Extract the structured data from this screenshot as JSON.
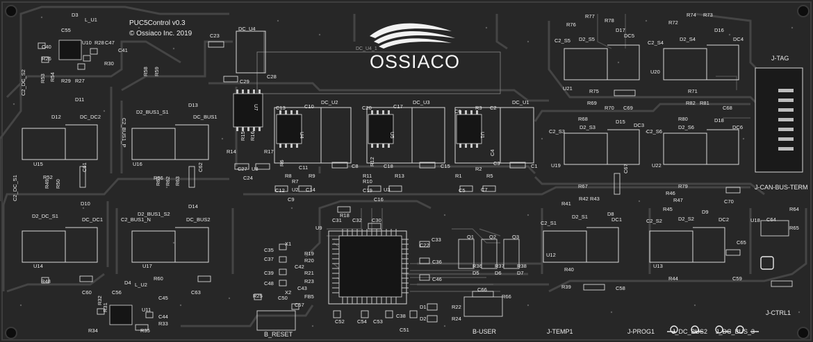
{
  "board": {
    "version": "PUC5Control v0.3",
    "copyright": "© Ossiaco Inc. 2019",
    "brand": "OSSIACO",
    "hidden_part": "DC_U4_1"
  },
  "headers": {
    "jtag": "J-TAG",
    "can_term": "J-CAN-BUS-TERM",
    "ctrl": "J-CTRL1",
    "reset": "B_RESET",
    "user": "B-USER",
    "temp": "J-TEMP1",
    "prog": "J-PROG1",
    "dc_bus2": "J_DC_BUS2",
    "dc_bus3": "J_DC_BUS_3"
  },
  "designators": {
    "d3": "D3",
    "l_u1": "L_U1",
    "c55": "C55",
    "u10": "U10",
    "r28": "R28",
    "c47": "C47",
    "c40": "C40",
    "c41": "C41",
    "r26": "R26",
    "r30": "R30",
    "r29": "R29",
    "r27": "R27",
    "r53": "R53",
    "r54": "R54",
    "d11": "D11",
    "c2_dc_s2": "C2_DC_S2",
    "d12": "D12",
    "dc_dc2": "DC_DC2",
    "u15": "U15",
    "r52": "R52",
    "c61": "C61",
    "r58": "R58",
    "r59": "R59",
    "d13": "D13",
    "d2_bus1_s1": "D2_BUS1_S1",
    "dc_bus1": "DC_BUS1",
    "c2_bus1_p": "C2_BUS1_P",
    "u16": "U16",
    "r56": "R56",
    "c62": "C62",
    "dc_u4": "DC_U4",
    "c23": "C23",
    "c28": "C28",
    "c29": "C29",
    "u7": "U7",
    "r14": "R14",
    "r15": "R15",
    "r16": "R16",
    "r17": "R17",
    "c27": "C27",
    "u8": "U8",
    "c24": "C24",
    "c13": "C13",
    "c10": "C10",
    "dc_u2": "DC_U2",
    "u4": "U4",
    "r6": "R6",
    "r8": "R8",
    "c11": "C11",
    "r9": "R9",
    "r7": "R7",
    "c12": "C12",
    "u2": "U2",
    "c14": "C14",
    "c9": "C9",
    "c8": "C8",
    "c20": "C20",
    "c17": "C17",
    "dc_u3": "DC_U3",
    "u5": "U5",
    "r12": "R12",
    "c18": "C18",
    "r11": "R11",
    "r10": "R10",
    "r13": "R13",
    "c19": "C19",
    "u3": "U3",
    "c16": "C16",
    "c15": "C15",
    "c6": "C6",
    "r3": "R3",
    "c2": "C2",
    "dc_u1": "DC_U1",
    "u1": "U1",
    "c4": "C4",
    "c3": "C3",
    "r2": "R2",
    "r1": "R1",
    "r5": "R5",
    "c5": "C5",
    "c7": "C7",
    "c1": "C1",
    "r76": "R76",
    "r77": "R77",
    "r78": "R78",
    "d17": "D17",
    "c2_s5": "C2_S5",
    "d2_s5": "D2_S5",
    "dc5": "DC5",
    "u21": "U21",
    "r75": "R75",
    "r74": "R74",
    "r72": "R72",
    "r73": "R73",
    "d16": "D16",
    "c2_s4": "C2_S4",
    "d2_s4": "D2_S4",
    "dc4": "DC4",
    "u20": "U20",
    "r71": "R71",
    "r69": "R69",
    "r70": "R70",
    "r68": "R68",
    "c2_s3": "C2_S3",
    "d2_s3": "D2_S3",
    "d15": "D15",
    "dc3": "DC3",
    "u19": "U19",
    "c69": "C69",
    "c67": "C67",
    "r67": "R67",
    "r82": "R82",
    "r81": "R81",
    "r80": "R80",
    "d18": "D18",
    "c2_s6": "C2_S6",
    "d2_s6": "D2_S6",
    "dc6": "DC6",
    "u22": "U22",
    "c68": "C68",
    "r79": "R79",
    "r49": "R49",
    "r50": "R50",
    "d10": "D10",
    "c2_dc_s1": "C2_DC_S1",
    "d2_dc_s1": "D2_DC_S1",
    "dc_dc1": "DC_DC1",
    "u14": "U14",
    "r48": "R48",
    "c60": "C60",
    "r61": "R61",
    "r62": "R62",
    "r63": "R63",
    "d2_bus1_s2": "D2_BUS1_S2",
    "d14": "D14",
    "c2_bus1_n": "C2_BUS1_N",
    "dc_bus2": "DC_BUS2",
    "u17": "U17",
    "r60": "R60",
    "c63": "C63",
    "r41": "R41",
    "r42": "R42",
    "r43": "R43",
    "d8": "D8",
    "c2_s1": "C2_S1",
    "d2_s1": "D2_S1",
    "dc1": "DC1",
    "u12": "U12",
    "r40": "R40",
    "c58": "C58",
    "r46": "R46",
    "r45": "R45",
    "r47": "R47",
    "d9": "D9",
    "c2_s2": "C2_S2",
    "d2_s2": "D2_S2",
    "dc2": "DC2",
    "u13": "U13",
    "r44": "R44",
    "c59": "C59",
    "c70": "C70",
    "c65": "C65",
    "u18": "U18",
    "c64": "C64",
    "r64": "R64",
    "r65": "R65",
    "u9": "U9",
    "r18": "R18",
    "c31": "C31",
    "c32": "C32",
    "c30": "C30",
    "c22": "C22",
    "c33": "C33",
    "c36": "C36",
    "c46": "C46",
    "c35": "C35",
    "x1": "X1",
    "c37": "C37",
    "r19": "R19",
    "r20": "R20",
    "c42": "C42",
    "c39": "C39",
    "c48": "C48",
    "x2": "X2",
    "c43": "C43",
    "r21": "R21",
    "r23": "R23",
    "fb5": "FB5",
    "c50": "C50",
    "c57": "C57",
    "r25": "R25",
    "q1": "Q1",
    "q2": "Q2",
    "q3": "Q3",
    "r36": "R36",
    "r37": "R37",
    "r38": "R38",
    "d5": "D5",
    "d6": "D6",
    "d7": "D7",
    "c66": "C66",
    "r66": "R66",
    "d1": "D1",
    "d2": "D2",
    "r22": "R22",
    "r24": "R24",
    "r39": "R39",
    "c52": "C52",
    "c54": "C54",
    "c53": "C53",
    "c38": "C38",
    "c51": "C51",
    "d4": "D4",
    "l_u2": "L_U2",
    "c56": "C56",
    "r32": "R32",
    "r31": "R31",
    "c45": "C45",
    "u11": "U11",
    "c44": "C44",
    "r33": "R33",
    "r34": "R34",
    "r35": "R35"
  }
}
